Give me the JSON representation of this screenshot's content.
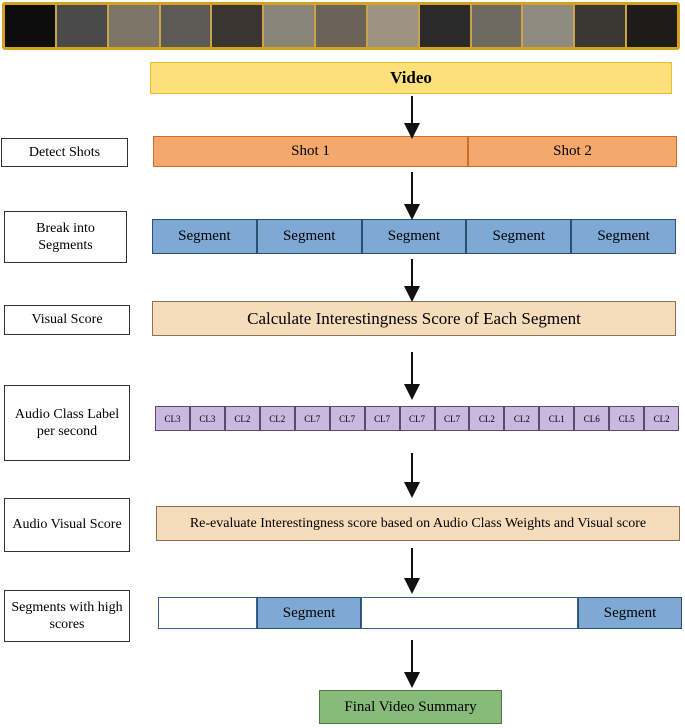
{
  "header": {
    "title": "Video"
  },
  "steps": {
    "detect_shots": "Detect Shots",
    "break_segments": "Break into Segments",
    "visual_score": "Visual Score",
    "audio_class": "Audio Class Label per second",
    "audio_visual": "Audio Visual Score",
    "high_scores": "Segments with high scores"
  },
  "shots": [
    "Shot 1",
    "Shot 2"
  ],
  "segments": [
    "Segment",
    "Segment",
    "Segment",
    "Segment",
    "Segment"
  ],
  "visual_box": "Calculate Interestingness Score of Each Segment",
  "audio_labels": [
    "CL3",
    "CL3",
    "CL2",
    "CL2",
    "CL7",
    "CL7",
    "CL7",
    "CL7",
    "CL7",
    "CL2",
    "CL2",
    "CL1",
    "CL6",
    "CL5",
    "CL2"
  ],
  "av_box": "Re-evaluate Interestingness score based on Audio Class Weights and Visual score",
  "high": [
    "",
    "Segment",
    "",
    "Segment"
  ],
  "final": "Final Video Summary"
}
